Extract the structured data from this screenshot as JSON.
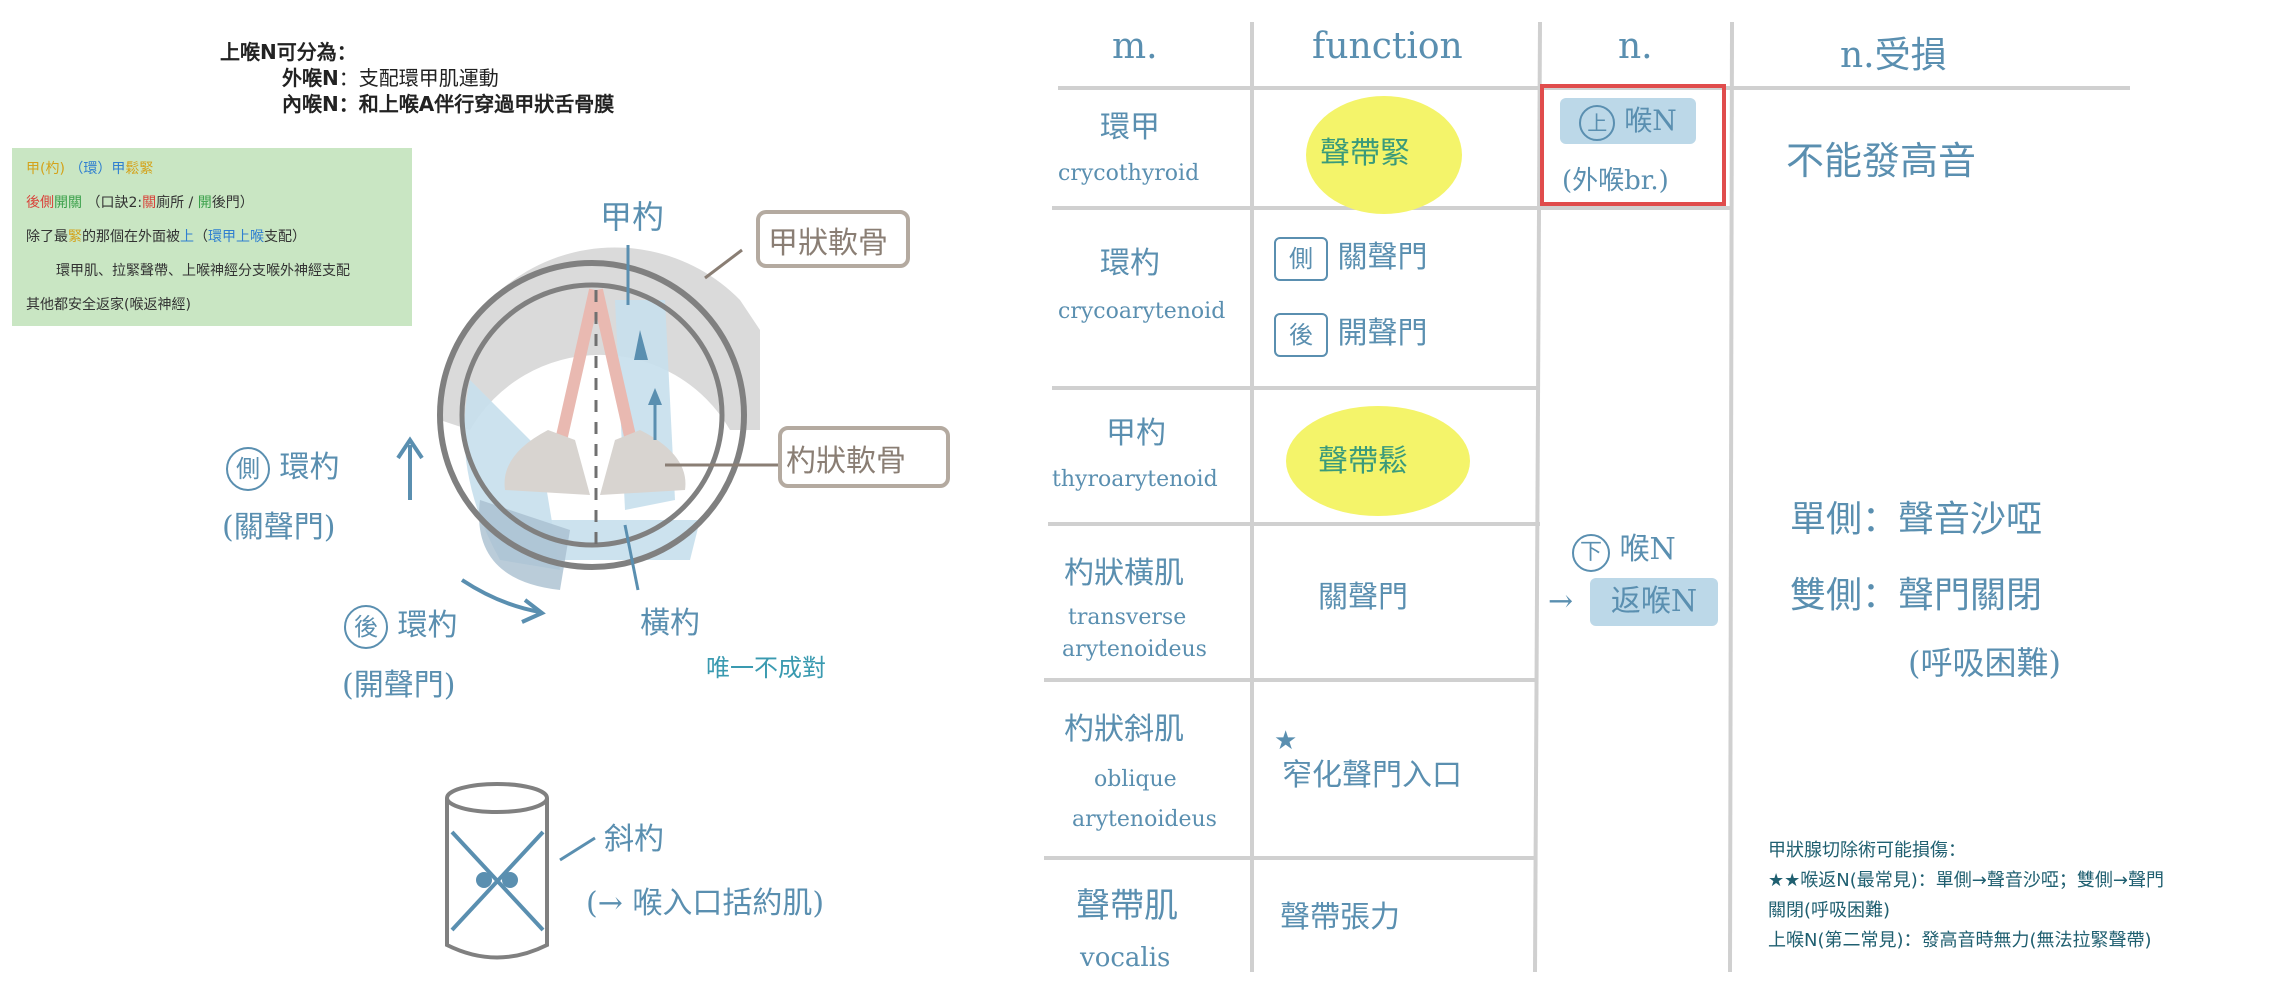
{
  "notes": {
    "title": "上喉N可分為：",
    "external_label": "外喉N",
    "external_text": "：支配環甲肌運動",
    "internal_label": "內喉N",
    "internal_text": "：和上喉A伴行穿過甲狀舌骨膜"
  },
  "mnemonic": {
    "line1_a": "甲(杓)",
    "line1_b": "（環）甲",
    "line1_c": "鬆緊",
    "line2_a": "後側",
    "line2_b": "開關",
    "line2_c": "（口訣2:",
    "line2_d": "關",
    "line2_e": "廁所 / ",
    "line2_f": "開",
    "line2_g": "後門）",
    "line3_a": "除了最",
    "line3_b": "緊",
    "line3_c": "的那個在外面被",
    "line3_d": "上",
    "line3_e": "（",
    "line3_f": "環甲上喉",
    "line3_g": "支配）",
    "line4": "環甲肌、拉緊聲帶、上喉神經分支喉外神經支配",
    "line5": "其他都安全返家(喉返神經)"
  },
  "diagram": {
    "thyroarytenoid": "甲杓",
    "thyroid_cartilage": "甲狀軟骨",
    "arytenoid_cartilage": "杓狀軟骨",
    "lateral_ca_circle": "側",
    "lateral_ca_label": "環杓",
    "lateral_ca_func": "(關聲門)",
    "posterior_ca_circle": "後",
    "posterior_ca_label": "環杓",
    "posterior_ca_func": "(開聲門)",
    "transverse": "橫杓",
    "unpaired_note": "唯一不成對",
    "oblique_label": "斜杓",
    "oblique_func": "(→ 喉入口括約肌)"
  },
  "table": {
    "headers": [
      "m.",
      "function",
      "n.",
      "n.受損"
    ],
    "rows": [
      {
        "muscle_zh": "環甲",
        "muscle_en": "crycothyroid",
        "function": "聲帶緊"
      },
      {
        "muscle_zh": "環杓",
        "muscle_en": "crycoarytenoid",
        "function_a_box": "側",
        "function_a": "關聲門",
        "function_b_box": "後",
        "function_b": "開聲門"
      },
      {
        "muscle_zh": "甲杓",
        "muscle_en": "thyroarytenoid",
        "function": "聲帶鬆"
      },
      {
        "muscle_zh": "杓狀橫肌",
        "muscle_en_1": "transverse",
        "muscle_en_2": "arytenoideus",
        "function": "關聲門"
      },
      {
        "muscle_zh": "杓狀斜肌",
        "muscle_en_1": "oblique",
        "muscle_en_2": "arytenoideus",
        "function": "窄化聲門入口"
      },
      {
        "muscle_zh": "聲帶肌",
        "muscle_en": "vocalis",
        "function": "聲帶張力"
      }
    ],
    "nerve_upper_circle": "上",
    "nerve_upper": "喉N",
    "nerve_upper_branch": "(外喉br.)",
    "nerve_lower_circle": "下",
    "nerve_lower": "喉N",
    "nerve_recurrent": "返喉N",
    "damage_upper": "不能發高音",
    "damage_unilateral": "單側：聲音沙啞",
    "damage_bilateral": "雙側：聲門關閉",
    "damage_bilateral_2": "(呼吸困難)"
  },
  "footnote": {
    "title": "甲狀腺切除術可能損傷：",
    "line1": "★★喉返N(最常見)：單側→聲音沙啞；雙側→聲門",
    "line2": "關閉(呼吸困難)",
    "line3": "上喉N(第二常見)：發高音時無力(無法拉緊聲帶)"
  },
  "colors": {
    "handwriting_blue": "#5a8fb0",
    "highlight_yellow": "#f4f46a",
    "highlight_red_box": "#e04c4c",
    "mnemonic_bg": "#c9e6c3",
    "grid_gray": "#d0d0d0"
  }
}
